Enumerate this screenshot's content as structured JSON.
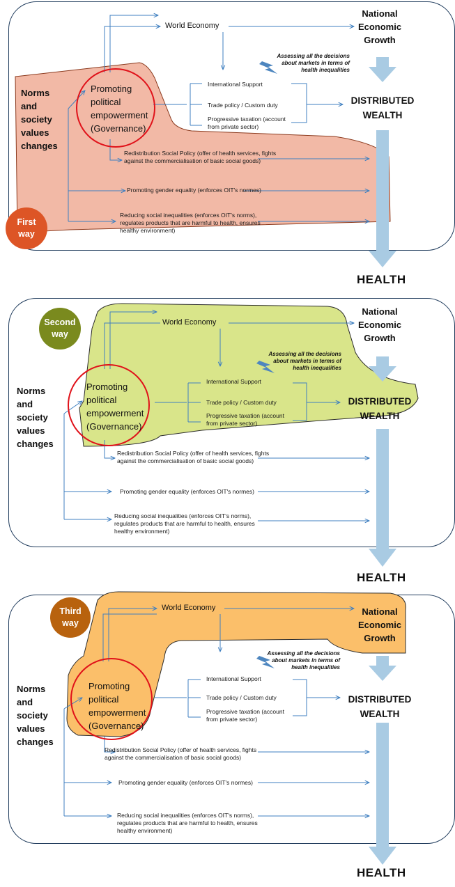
{
  "panels": [
    {
      "way_label": "First\nway",
      "way_color": "#dd5526",
      "highlight_fill": "#f2b9a6",
      "highlight_stroke": "#8b3a1e"
    },
    {
      "way_label": "Second\nway",
      "way_color": "#7a8a1e",
      "highlight_fill": "#d9e58a",
      "highlight_stroke": "#2c2c2c"
    },
    {
      "way_label": "Third\nway",
      "way_color": "#b8620e",
      "highlight_fill": "#fbbf6a",
      "highlight_stroke": "#2c2c2c"
    }
  ],
  "labels": {
    "world_economy": "World Economy",
    "national_growth": "National\nEconomic\nGrowth",
    "assessing": "Assessing all the decisions\nabout markets in terms of\nhealth inequalities",
    "norms": "Norms\nand\nsociety\nvalues\nchanges",
    "promoting": "Promoting\npolitical\nempowerment\n(Governance)",
    "international_support": "International Support",
    "trade_policy": "Trade policy / Custom duty",
    "progressive_taxation": "Progressive taxation (account\nfrom private sector)",
    "distributed_wealth": "DISTRIBUTED\nWEALTH",
    "redistribution": "Redistribution Social Policy (offer of health services, fights\nagainst the commercialisation of basic social  goods)",
    "gender": "Promoting gender equality (enforces OIT's normes)",
    "reducing": "Reducing social inequalities (enforces OIT's norms),\nregulates products that are harmful to health, ensures\nhealthy environment)",
    "health": "HEALTH"
  },
  "colors": {
    "line": "#3f7fc0",
    "frame": "#1f3b5c",
    "circle": "#e0121a",
    "big_arrow": "#a9cbe3",
    "bolt": "#4e86bf"
  }
}
